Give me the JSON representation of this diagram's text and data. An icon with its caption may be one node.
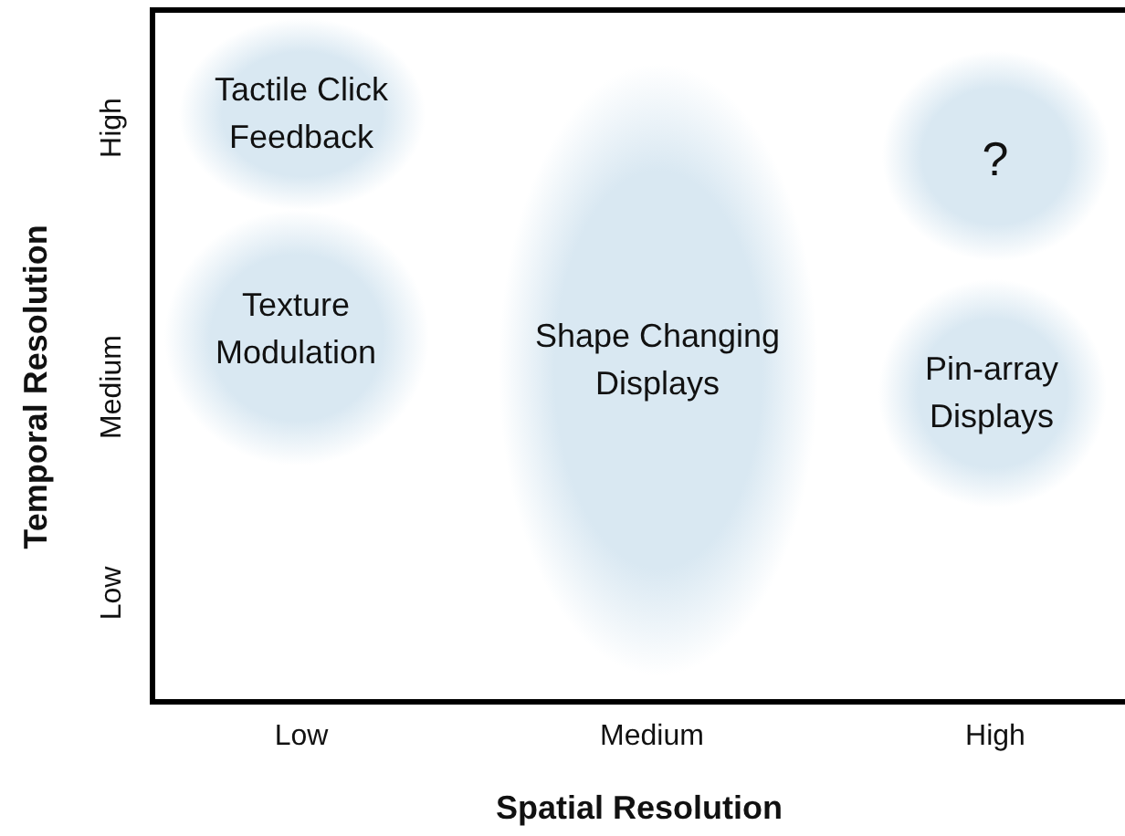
{
  "diagram": {
    "nodes": [
      {
        "text": [
          "Tactile Click Feedback"
        ]
      },
      {
        "text": [
          "Texture Modulation"
        ]
      },
      {
        "text": [
          "Shape Changing Displays"
        ]
      },
      {
        "text": [
          "?"
        ]
      },
      {
        "text": [
          "Pin-array Displays"
        ]
      }
    ],
    "edges": [],
    "labels": [
      "High",
      "Medium",
      "Low",
      "Low",
      "Medium",
      "High",
      "Temporal Resolution",
      "Spatial Resolution"
    ]
  }
}
